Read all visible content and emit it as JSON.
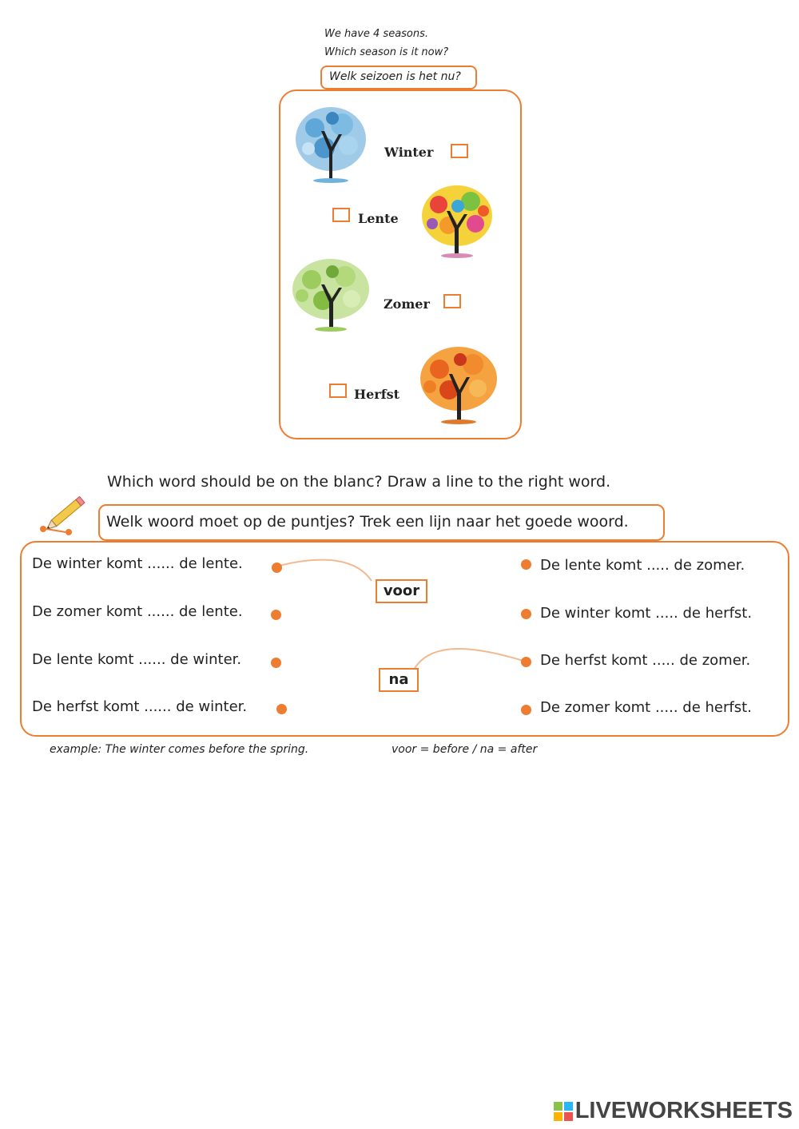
{
  "intro": {
    "line1": "We have 4 seasons.",
    "line2": "Which season is it now?",
    "question_nl": "Welk seizoen is het nu?"
  },
  "seasons": [
    {
      "label": "Winter",
      "tree_icon": "winter-tree-icon"
    },
    {
      "label": "Lente",
      "tree_icon": "spring-tree-icon"
    },
    {
      "label": "Zomer",
      "tree_icon": "summer-tree-icon"
    },
    {
      "label": "Herfst",
      "tree_icon": "autumn-tree-icon"
    }
  ],
  "exercise2": {
    "instruction_en": "Which word should be on the blanc? Draw a line to the right word.",
    "instruction_nl": "Welk woord moet op de puntjes? Trek een lijn naar het goede woord.",
    "left_sentences": [
      "De winter komt ...... de lente.",
      "De zomer komt ...... de lente.",
      "De lente komt ...... de winter.",
      "De herfst komt ...... de winter."
    ],
    "right_sentences": [
      "De lente komt ..... de zomer.",
      "De winter komt ..... de herfst.",
      "De herfst komt ..... de zomer.",
      "De zomer komt ..... de herfst."
    ],
    "words": [
      "voor",
      "na"
    ]
  },
  "footer": {
    "example": "example: The winter comes before the spring.",
    "translation": "voor = before / na = after"
  },
  "logo": {
    "text": "LIVEWORKSHEETS"
  },
  "colors": {
    "accent": "#ED7D31"
  }
}
